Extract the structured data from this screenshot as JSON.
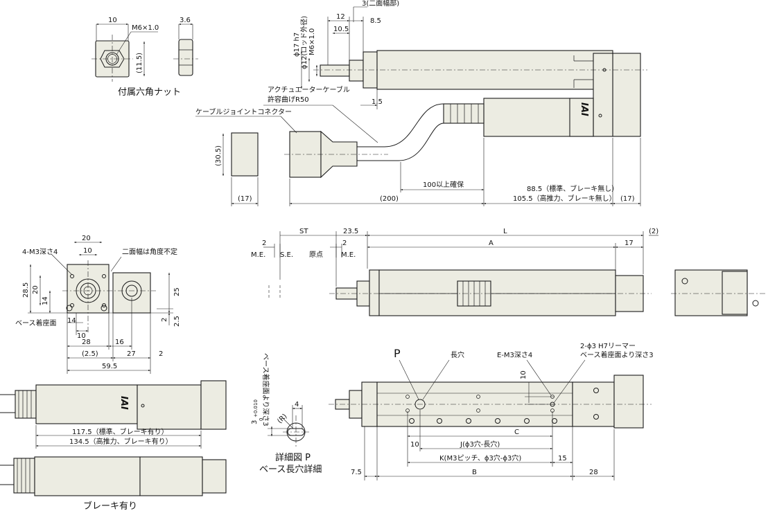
{
  "nut": {
    "dim_width": "10",
    "dim_thread": "M6×1.0",
    "dim_height": "(11.5)",
    "dim_thickness": "3.6",
    "caption": "付属六角ナット"
  },
  "top_view": {
    "dim_width_label": "3(二面幅部)",
    "dim_12": "12",
    "dim_10_5": "10.5",
    "dim_8_5": "8.5",
    "dim_phi17": "ϕ17 h7",
    "dim_phi12": "ϕ12(ロッド外径)",
    "dim_m6": "M6×1.0",
    "dim_1_5": "1.5",
    "cable_label_1": "アクチュエーターケーブル",
    "cable_label_2": "許容曲げR50",
    "connector_label": "ケーブルジョイントコネクター",
    "dim_30_5": "(30.5)",
    "dim_17_left": "(17)",
    "dim_200": "(200)",
    "dim_100": "100以上確保",
    "dim_88_5": "88.5（標準、ブレーキ無し）",
    "dim_105_5": "105.5（高推力、ブレーキ無し）",
    "dim_17_right": "(17)",
    "logo_text": "IAI"
  },
  "front_view": {
    "dim_st": "ST",
    "dim_23_5": "23.5",
    "dim_l": "L",
    "dim_2_paren": "(2)",
    "dim_a": "A",
    "dim_17": "17",
    "dim_2_left": "2",
    "me_left": "M.E.",
    "se": "S.E.",
    "origin": "原点",
    "dim_2_right": "2",
    "me_right": "M.E."
  },
  "end_view": {
    "dim_20": "20",
    "dim_10": "10",
    "tap_label": "4-M3深さ4",
    "flat_label": "二面幅は角度不定",
    "dim_28_5": "28.5",
    "dim_20_v": "20",
    "dim_14_v": "14",
    "dim_25": "25",
    "dim_2_v": "2",
    "dim_2_5_v": "2.5",
    "base_label": "ベース着座面",
    "dim_14_h": "14",
    "dim_10_h": "10",
    "dim_28": "28",
    "dim_16": "16",
    "dim_2_5_h": "(2.5)",
    "dim_27": "27",
    "dim_2_h": "2",
    "dim_59_5": "59.5"
  },
  "brake_view": {
    "logo_text": "IAI",
    "dim_117_5": "117.5（標準、ブレーキ有り）",
    "dim_134_5": "134.5（高推力、ブレーキ有り）",
    "caption": "ブレーキ有り"
  },
  "detail_p": {
    "side_label": "ベース着座面より深さ3",
    "dim_3_tol": "3",
    "tol_upper": "+0.010",
    "tol_lower": "0",
    "dim_4": "4",
    "r_label": "(R)",
    "caption_1": "詳細図 P",
    "caption_2": "ベース長穴詳細"
  },
  "bottom_view": {
    "p_label": "P",
    "slot_label": "長穴",
    "tap_label": "E-M3深さ4",
    "ream_label_1": "2-ϕ3 H7リーマー",
    "ream_label_2": "ベース着座面より深さ3",
    "dim_10_v": "10",
    "dim_c": "C",
    "dim_10_h": "10",
    "dim_j": "J(ϕ3穴-長穴)",
    "dim_k": "K(M3ピッチ、ϕ3穴-ϕ3穴)",
    "dim_15": "15",
    "dim_7_5": "7.5",
    "dim_b": "B",
    "dim_28": "28"
  }
}
